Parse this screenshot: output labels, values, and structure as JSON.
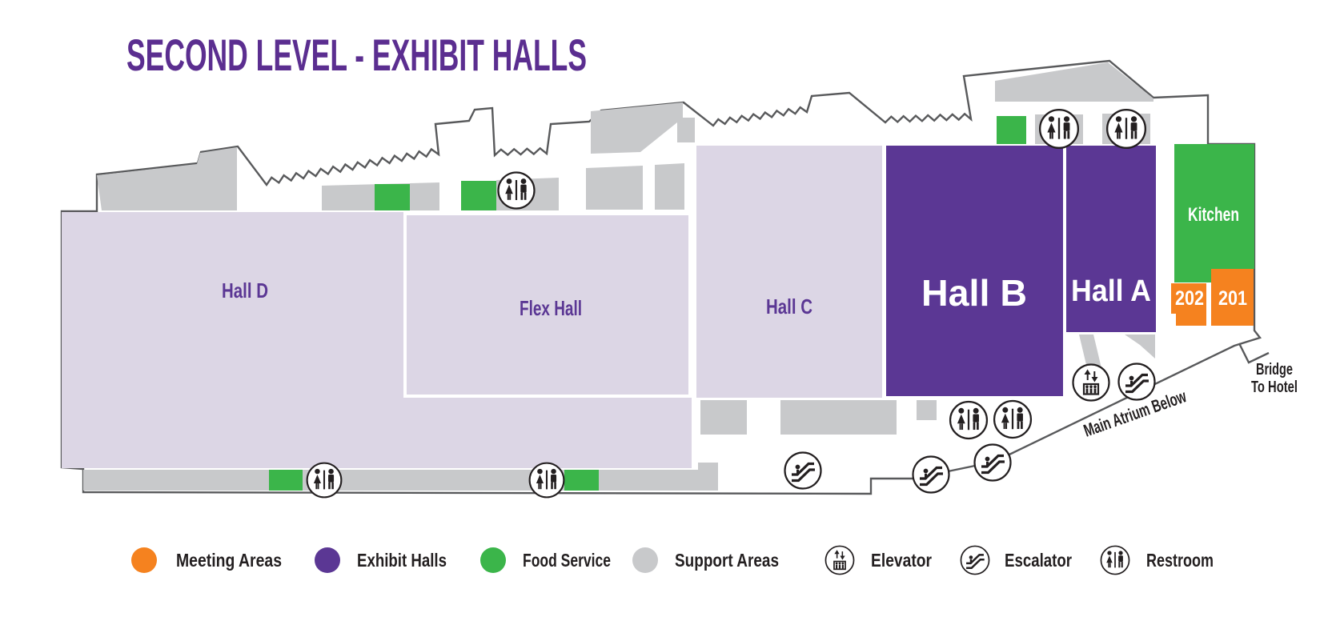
{
  "title": "SECOND LEVEL - EXHIBIT HALLS",
  "colors": {
    "title_purple": "#5B2E90",
    "exhibit_purple": "#5B3794",
    "exhibit_light": "#DCD6E5",
    "food_green": "#3BB54A",
    "meeting_orange": "#F5821F",
    "support_gray": "#C8C9CB",
    "outline_gray": "#58595B"
  },
  "map": {
    "halls": {
      "hall_d": "Hall D",
      "flex_hall": "Flex Hall",
      "hall_c": "Hall C",
      "hall_b": "Hall B",
      "hall_a": "Hall A"
    },
    "rooms": {
      "kitchen": "Kitchen",
      "room_202": "202",
      "room_201": "201"
    },
    "annotations": {
      "main_atrium": "Main Atrium Below",
      "bridge_line1": "Bridge",
      "bridge_line2": "To Hotel"
    },
    "icons": {
      "restroom": "restroom-icon",
      "escalator": "escalator-icon",
      "elevator": "elevator-icon"
    }
  },
  "legend": {
    "items": [
      {
        "label": "Meeting Areas",
        "color": "#F5821F",
        "icon": "meeting-areas-swatch"
      },
      {
        "label": "Exhibit Halls",
        "color": "#5B3794",
        "icon": "exhibit-halls-swatch"
      },
      {
        "label": "Food Service",
        "color": "#3BB54A",
        "icon": "food-service-swatch"
      },
      {
        "label": "Support Areas",
        "color": "#C8C9CB",
        "icon": "support-areas-swatch"
      },
      {
        "label": "Elevator",
        "icon": "elevator-icon"
      },
      {
        "label": "Escalator",
        "icon": "escalator-icon"
      },
      {
        "label": "Restroom",
        "icon": "restroom-icon"
      }
    ]
  }
}
